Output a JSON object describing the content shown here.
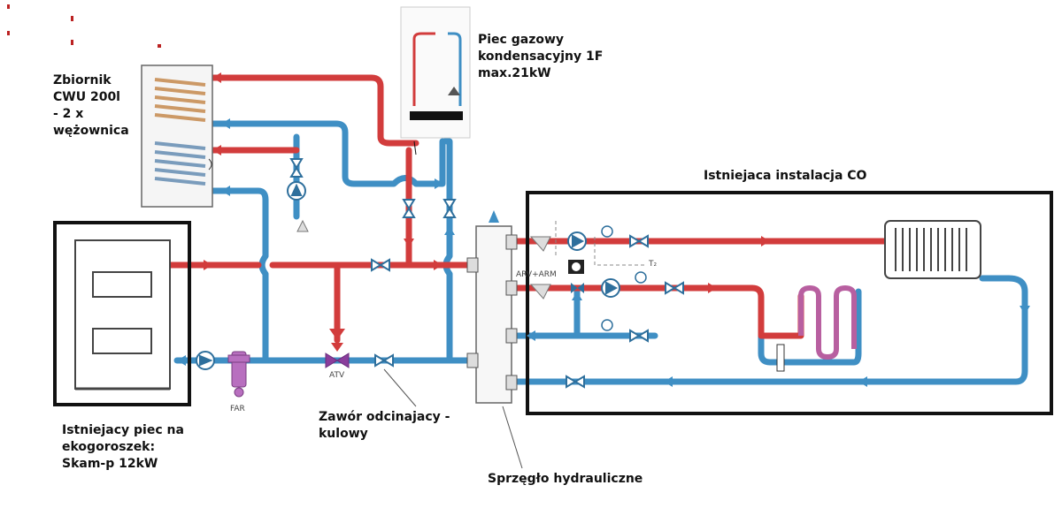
{
  "labels": {
    "tank": "Zbiornik\nCWU 200l\n- 2 x\nwężownica",
    "gas_boiler": "Piec gazowy\nkondensacyjny 1F\nmax.21kW",
    "co_title": "Istniejaca instalacja CO",
    "coal_boiler": "Istniejacy piec na\nekogoroszek:\nSkam-p 12kW",
    "ball_valve": "Zawór odcinajacy -\nkulowy",
    "hydro": "Sprzęgło hydrauliczne",
    "atv": "ATV",
    "far": "FAR",
    "arv": "ARV+ARM",
    "t2": "T₂"
  },
  "colors": {
    "hot": "#d23c3c",
    "cold": "#3f8fc4",
    "valve": "#2e6f9c",
    "atv": "#8a3d9c",
    "frame": "#111111"
  },
  "icons": [
    "pump-icon",
    "valve-icon",
    "mixing-valve-icon",
    "thermometer-icon",
    "radiator-icon",
    "filter-icon",
    "arrow-icon"
  ]
}
